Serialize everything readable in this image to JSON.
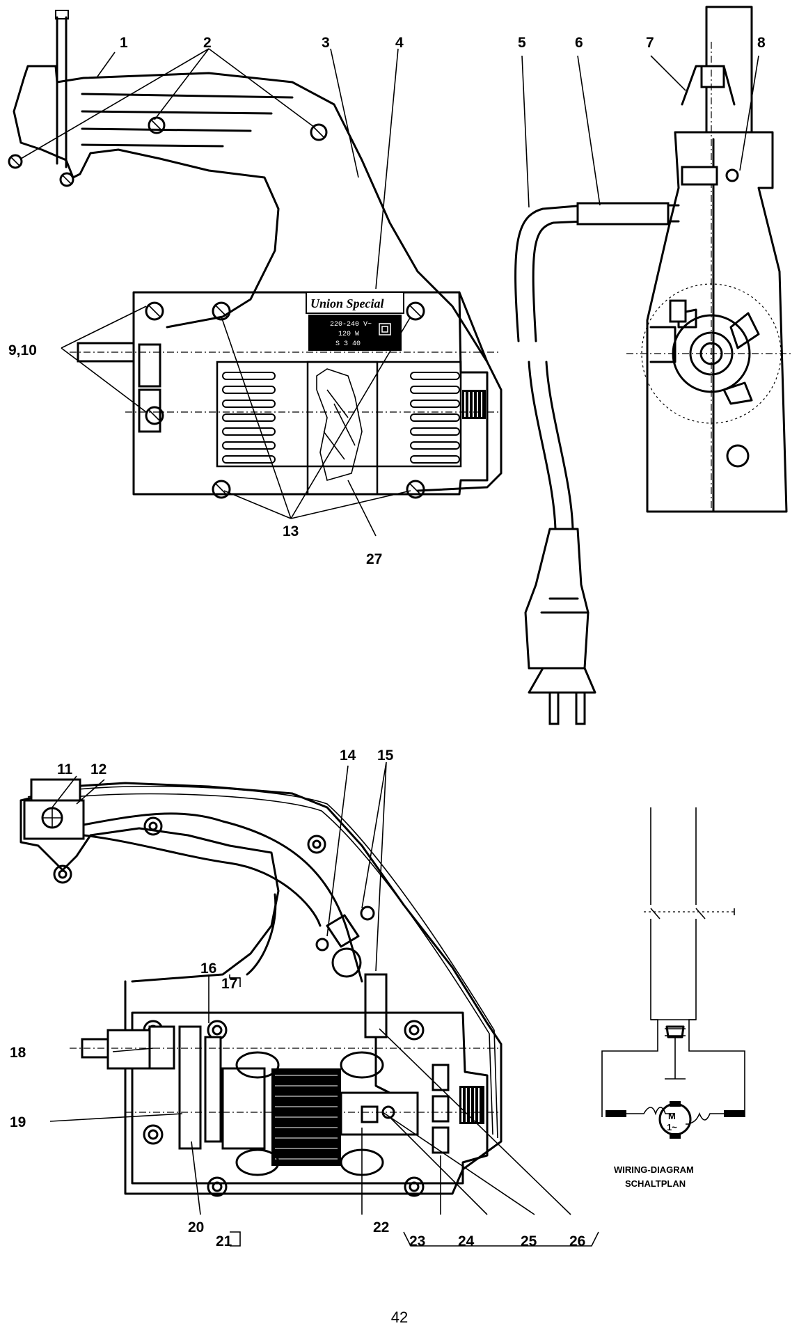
{
  "callouts": {
    "c1": "1",
    "c2": "2",
    "c3": "3",
    "c4": "4",
    "c5": "5",
    "c6": "6",
    "c7": "7",
    "c8": "8",
    "c9_10": "9,10",
    "c11": "11",
    "c12": "12",
    "c13": "13",
    "c14": "14",
    "c15": "15",
    "c16": "16",
    "c17": "17",
    "c18": "18",
    "c19": "19",
    "c20": "20",
    "c21": "21",
    "c22": "22",
    "c23": "23",
    "c24": "24",
    "c25": "25",
    "c26": "26",
    "c27": "27"
  },
  "nameplate": {
    "brand": "Union Special",
    "voltage": "220-240 V~",
    "power": "120 W",
    "rating": "S 3  40"
  },
  "wiring": {
    "title_en": "WIRING-DIAGRAM",
    "title_de": "SCHALTPLAN",
    "motor_symbol": "M",
    "motor_phase": "1~"
  },
  "page_number": "42"
}
